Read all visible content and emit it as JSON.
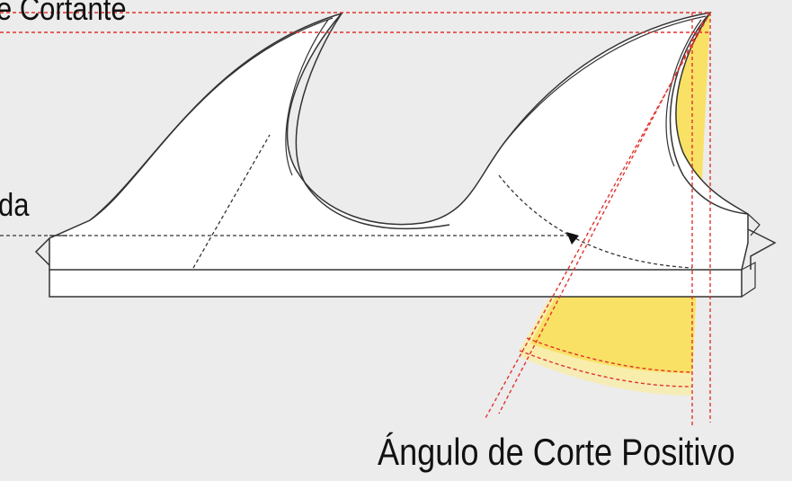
{
  "labels": {
    "top": "e Cortante",
    "middle": "da",
    "bottom": "Ángulo de Corte Positivo"
  },
  "colors": {
    "background": "#ececec",
    "body_fill": "#ffffff",
    "outline": "#333333",
    "guide_dashed": "#e2332d",
    "angle_fill_light": "#fbeda0",
    "angle_fill_strong": "#f8dc4e",
    "text": "#111111"
  }
}
